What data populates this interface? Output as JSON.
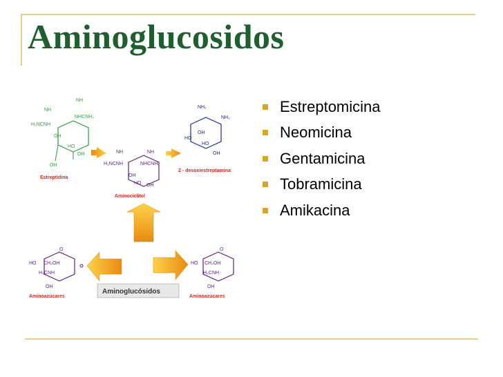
{
  "slide": {
    "title": "Aminoglucosidos",
    "bullets": [
      "Estreptomicina",
      "Neomicina",
      "Gentamicina",
      "Tobramicina",
      "Amikacina"
    ]
  },
  "figure": {
    "top_left_label": "Estreptidina",
    "center_label": "Aminociclitol",
    "top_right_label": "2 - desoxiestreptamina",
    "bottom_left_label": "Aminoazúcares",
    "bottom_right_label": "Aminoazúcares",
    "bottom_center_label": "Aminoglucósidos",
    "atoms": {
      "nh": "NH",
      "h2ncnh": "H₂NCNH",
      "nhcnh2": "NHCNH₂",
      "oh": "OH",
      "ho": "HO",
      "nh2": "NH₂",
      "ch2oh": "CH₂OH",
      "h3cnh": "H₃CNH",
      "o": "O",
      "eq": "=",
      "nh_left": "NH",
      "nh_right": "NH"
    },
    "colors": {
      "green": "#2e9a3e",
      "blue": "#1a2a8a",
      "purple": "#5a1f7a",
      "orange": "#f0a020",
      "label_red": "#d02820"
    }
  }
}
